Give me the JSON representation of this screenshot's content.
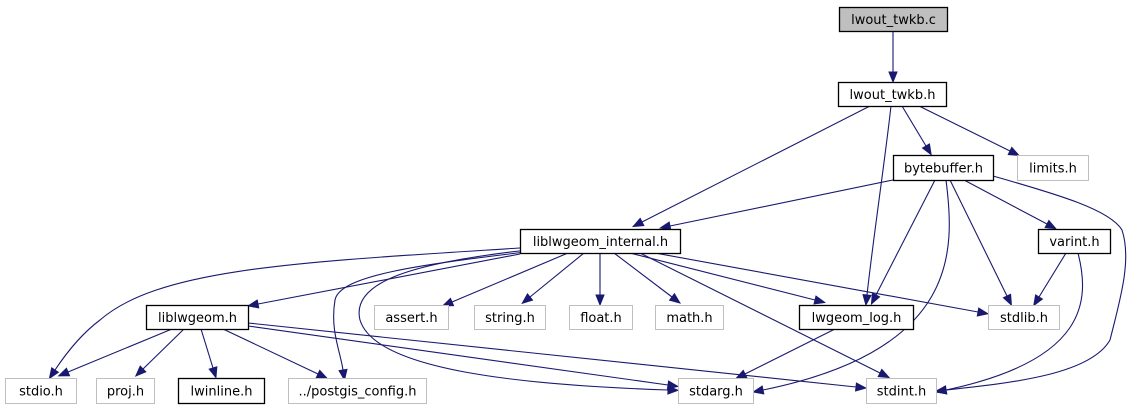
{
  "diagram": {
    "type": "include-dependency-graph",
    "colors": {
      "edge": "#191970",
      "root_fill": "#bfbfbf",
      "documented_border": "#000000",
      "external_border": "#bfbfbf",
      "node_fill": "#ffffff"
    },
    "nodes": [
      {
        "id": "lwout_twkb_c",
        "label": "lwout_twkb.c",
        "kind": "root"
      },
      {
        "id": "lwout_twkb_h",
        "label": "lwout_twkb.h",
        "kind": "documented"
      },
      {
        "id": "bytebuffer_h",
        "label": "bytebuffer.h",
        "kind": "documented"
      },
      {
        "id": "limits_h",
        "label": "limits.h",
        "kind": "external"
      },
      {
        "id": "liblwgeom_internal_h",
        "label": "liblwgeom_internal.h",
        "kind": "documented"
      },
      {
        "id": "varint_h",
        "label": "varint.h",
        "kind": "documented"
      },
      {
        "id": "liblwgeom_h",
        "label": "liblwgeom.h",
        "kind": "documented"
      },
      {
        "id": "assert_h",
        "label": "assert.h",
        "kind": "external"
      },
      {
        "id": "string_h",
        "label": "string.h",
        "kind": "external"
      },
      {
        "id": "float_h",
        "label": "float.h",
        "kind": "external"
      },
      {
        "id": "math_h",
        "label": "math.h",
        "kind": "external"
      },
      {
        "id": "lwgeom_log_h",
        "label": "lwgeom_log.h",
        "kind": "documented"
      },
      {
        "id": "stdlib_h",
        "label": "stdlib.h",
        "kind": "external"
      },
      {
        "id": "stdio_h",
        "label": "stdio.h",
        "kind": "external"
      },
      {
        "id": "proj_h",
        "label": "proj.h",
        "kind": "external"
      },
      {
        "id": "lwinline_h",
        "label": "lwinline.h",
        "kind": "documented"
      },
      {
        "id": "postgis_config_h",
        "label": "../postgis_config.h",
        "kind": "external"
      },
      {
        "id": "stdarg_h",
        "label": "stdarg.h",
        "kind": "external"
      },
      {
        "id": "stdint_h",
        "label": "stdint.h",
        "kind": "external"
      }
    ],
    "edges": [
      {
        "from": "lwout_twkb_c",
        "to": "lwout_twkb_h"
      },
      {
        "from": "lwout_twkb_h",
        "to": "liblwgeom_internal_h"
      },
      {
        "from": "lwout_twkb_h",
        "to": "lwgeom_log_h"
      },
      {
        "from": "lwout_twkb_h",
        "to": "bytebuffer_h"
      },
      {
        "from": "lwout_twkb_h",
        "to": "limits_h"
      },
      {
        "from": "bytebuffer_h",
        "to": "liblwgeom_internal_h"
      },
      {
        "from": "bytebuffer_h",
        "to": "lwgeom_log_h"
      },
      {
        "from": "bytebuffer_h",
        "to": "stdarg_h"
      },
      {
        "from": "bytebuffer_h",
        "to": "stdlib_h"
      },
      {
        "from": "bytebuffer_h",
        "to": "varint_h"
      },
      {
        "from": "bytebuffer_h",
        "to": "stdint_h"
      },
      {
        "from": "varint_h",
        "to": "stdlib_h"
      },
      {
        "from": "varint_h",
        "to": "stdint_h"
      },
      {
        "from": "liblwgeom_internal_h",
        "to": "stdio_h"
      },
      {
        "from": "liblwgeom_internal_h",
        "to": "liblwgeom_h"
      },
      {
        "from": "liblwgeom_internal_h",
        "to": "postgis_config_h"
      },
      {
        "from": "liblwgeom_internal_h",
        "to": "stdarg_h"
      },
      {
        "from": "liblwgeom_internal_h",
        "to": "assert_h"
      },
      {
        "from": "liblwgeom_internal_h",
        "to": "string_h"
      },
      {
        "from": "liblwgeom_internal_h",
        "to": "float_h"
      },
      {
        "from": "liblwgeom_internal_h",
        "to": "math_h"
      },
      {
        "from": "liblwgeom_internal_h",
        "to": "lwgeom_log_h"
      },
      {
        "from": "liblwgeom_internal_h",
        "to": "stdint_h"
      },
      {
        "from": "liblwgeom_internal_h",
        "to": "stdlib_h"
      },
      {
        "from": "liblwgeom_h",
        "to": "stdio_h"
      },
      {
        "from": "liblwgeom_h",
        "to": "proj_h"
      },
      {
        "from": "liblwgeom_h",
        "to": "lwinline_h"
      },
      {
        "from": "liblwgeom_h",
        "to": "postgis_config_h"
      },
      {
        "from": "liblwgeom_h",
        "to": "stdarg_h"
      },
      {
        "from": "liblwgeom_h",
        "to": "stdint_h"
      },
      {
        "from": "lwgeom_log_h",
        "to": "stdarg_h"
      }
    ]
  }
}
